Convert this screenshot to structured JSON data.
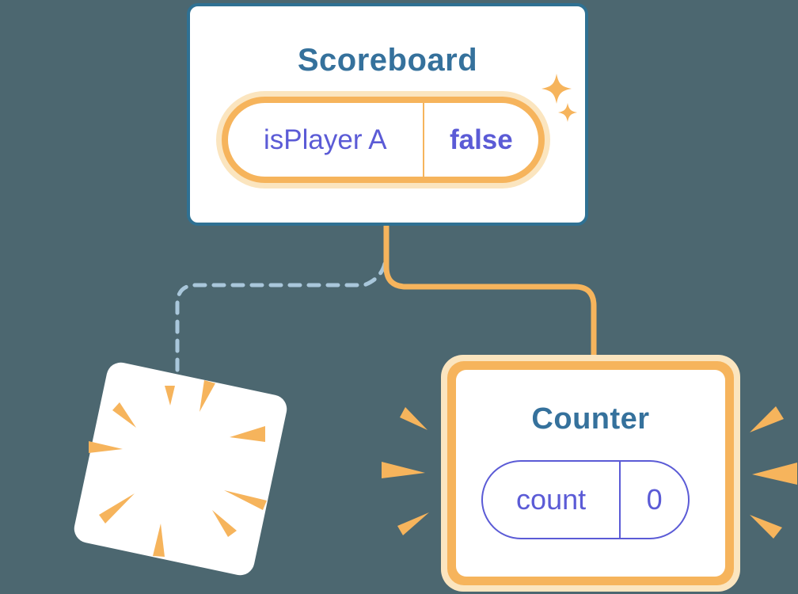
{
  "diagram": {
    "background_color": "#4C6770",
    "colors": {
      "card_border_blue": "#2F7193",
      "title_blue": "#35719C",
      "accent_orange": "#F6B45C",
      "accent_orange_glow": "#FBE5BF",
      "state_purple": "#5B5BD6",
      "dashed_line_blue": "#A9C7DB",
      "card_fill": "#FFFFFF"
    },
    "scoreboard": {
      "title": "Scoreboard",
      "state": {
        "name": "isPlayer A",
        "value": "false"
      }
    },
    "counter": {
      "title": "Counter",
      "state": {
        "name": "count",
        "value": "0"
      }
    },
    "connections": [
      {
        "from": "scoreboard",
        "to": "counter",
        "style": "solid-orange",
        "meaning": "kept / re-rendered child"
      },
      {
        "from": "scoreboard",
        "to": "poof",
        "style": "dashed-blue",
        "meaning": "removed child"
      }
    ],
    "icons": [
      "sparkles-icon",
      "poof-burst-icon",
      "emphasis-rays-icon"
    ]
  }
}
